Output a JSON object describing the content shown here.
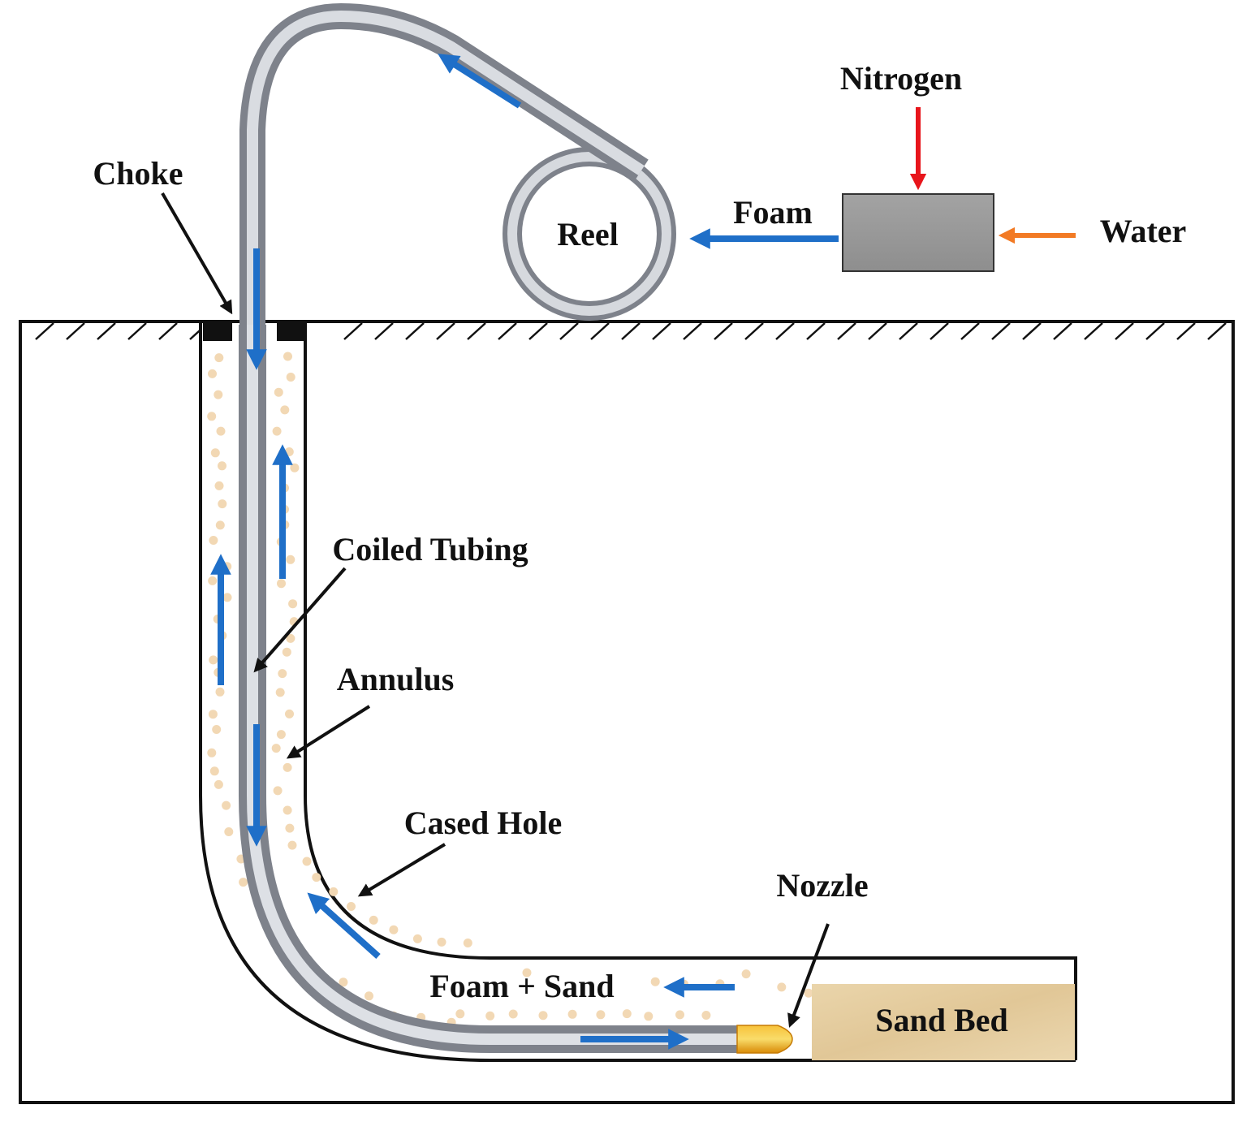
{
  "labels": {
    "nitrogen": "Nitrogen",
    "choke": "Choke",
    "foam": "Foam",
    "water": "Water",
    "reel": "Reel",
    "coiled_tubing": "Coiled Tubing",
    "annulus": "Annulus",
    "cased_hole": "Cased Hole",
    "nozzle": "Nozzle",
    "foam_sand": "Foam + Sand",
    "sand_bed": "Sand Bed"
  },
  "colors": {
    "flow_arrow": "#1f6fc8",
    "nitrogen_arrow": "#e8151b",
    "water_arrow": "#f27a24",
    "pointer": "#111111",
    "mixer": "#9a9a9a",
    "tubing": "#b8bcc4",
    "sand_particle": "#f2d8b4",
    "sand_bed": "#e6cfa3",
    "nozzle": "#f2a60c"
  }
}
